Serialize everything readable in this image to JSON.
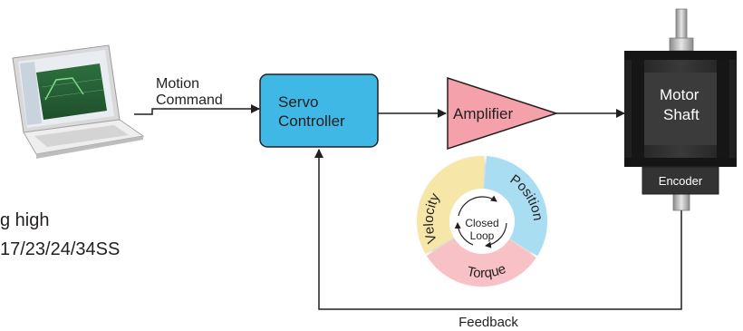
{
  "labels": {
    "motion_command_line1": "Motion",
    "motion_command_line2": "Command",
    "servo_controller_line1": "Servo",
    "servo_controller_line2": "Controller",
    "amplifier": "Amplifier",
    "motor_shaft_line1": "Motor",
    "motor_shaft_line2": "Shaft",
    "encoder": "Encoder",
    "feedback": "Feedback"
  },
  "loop_ring": {
    "center_line1": "Closed",
    "center_line2": "Loop",
    "velocity": "Velocity",
    "position": "Position",
    "torque": "Torque"
  },
  "side_text": {
    "line1": "g high",
    "line2": "17/23/24/34SS"
  },
  "colors": {
    "servo_controller_fill": "#3fb8e6",
    "amplifier_fill": "#f4a1ab",
    "motor_body": "#333333",
    "encoder_fill": "#333333",
    "velocity_segment": "#f6e7a8",
    "position_segment": "#a9ddf2",
    "torque_segment": "#f7c1c6",
    "line": "#231f20"
  }
}
